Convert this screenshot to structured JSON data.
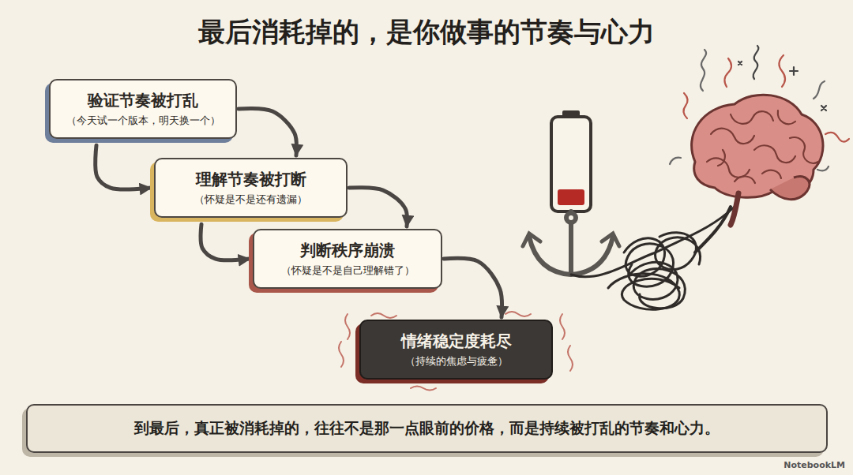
{
  "diagram": {
    "title": "最后消耗掉的，是你做事的节奏与心力",
    "nodes": [
      {
        "text": [
          "验证节奏被打乱",
          "（今天试一个版本，明天换一个）"
        ]
      },
      {
        "text": [
          "理解节奏被打断",
          "（怀疑是不是还有遗漏）"
        ]
      },
      {
        "text": [
          "判断秩序崩溃",
          "（怀疑是不是自己理解错了）"
        ]
      },
      {
        "text": [
          "情绪稳定度耗尽",
          "（持续的焦虑与疲惫）"
        ]
      },
      {
        "text": [
          "到最后，真正被消耗掉的，往往不是那一点眼前的价格，而是持续被打乱的节奏和心力。"
        ]
      }
    ],
    "edges": [
      {
        "from": 0,
        "to": 1,
        "arrow": "to"
      },
      {
        "from": 0,
        "to": 1,
        "arrow": "to"
      },
      {
        "from": 1,
        "to": 2,
        "arrow": "to"
      },
      {
        "from": 1,
        "to": 2,
        "arrow": "to"
      },
      {
        "from": 2,
        "to": 3,
        "arrow": "to"
      }
    ],
    "labels": [
      "NotebookLM"
    ]
  }
}
